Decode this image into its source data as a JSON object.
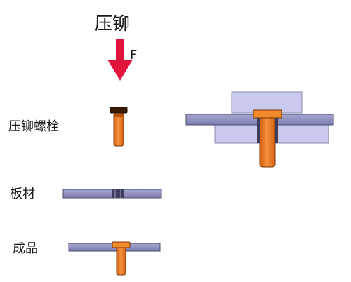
{
  "title": "压铆",
  "force_label": "F",
  "labels": {
    "bolt": "压铆螺栓",
    "plate": "板材",
    "product": "成品"
  },
  "colors": {
    "arrow": "#e0143c",
    "bolt": "#f07a1e",
    "bolt_outline": "#7a3608",
    "plate": "#8e8fbf",
    "plate_outline": "#4a4a6e",
    "die": "#c9c9ee",
    "die_outline": "#8a8ab0"
  }
}
